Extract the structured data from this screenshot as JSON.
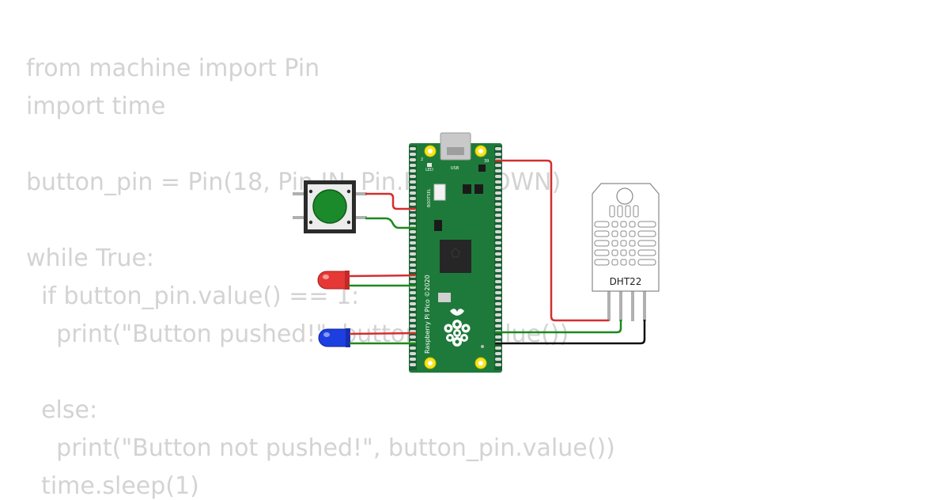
{
  "code_lines": [
    "from machine import Pin",
    "import time",
    "",
    "button_pin = Pin(18, Pin.IN, Pin.PULL_DOWN)",
    "",
    "while True:",
    "  if button_pin.value() == 1:",
    "    print(\"Button pushed!\", button_pin.value())",
    "",
    "  else:",
    "    print(\"Button not pushed!\", button_pin.value())",
    "  time.sleep(1)"
  ],
  "board": {
    "name": "Raspberry Pi Pico ©2020",
    "led_label": "LED",
    "usb_label": "USB",
    "bootsel_label": "BOOTSEL",
    "pin2_label": "2",
    "pin39_label": "39"
  },
  "sensor": {
    "label": "DHT22"
  },
  "colors": {
    "code_text": "#d3d3d3",
    "board_green": "#1e7a3a",
    "wire_red": "#d32f2f",
    "wire_green": "#1b8a1b",
    "wire_black": "#111111",
    "button_cap": "#1b8a2a",
    "led_red": "#e53935",
    "led_blue": "#1e3fe0"
  }
}
